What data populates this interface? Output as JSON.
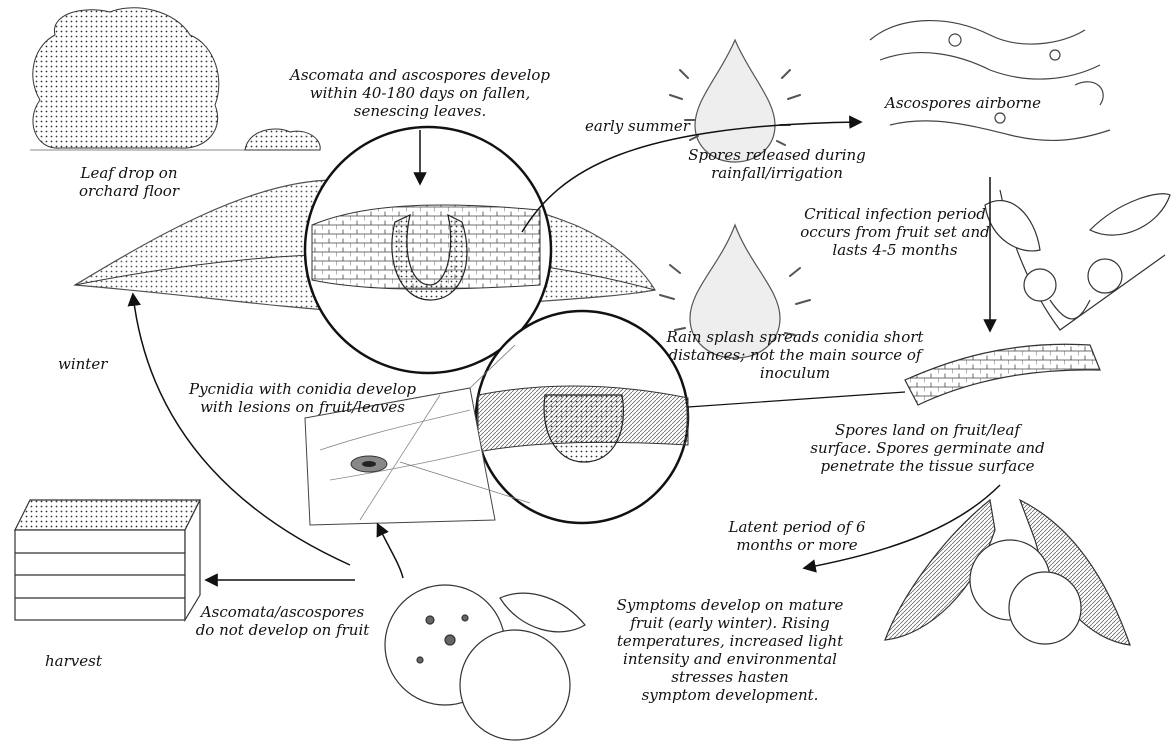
{
  "labels": {
    "ascomata_develop": [
      "Ascomata and ascospores develop",
      "within 40-180 days on fallen,",
      "senescing leaves."
    ],
    "leaf_drop": [
      "Leaf drop on",
      "orchard floor"
    ],
    "early_summer": "early summer",
    "ascospores_airborne": "Ascospores airborne",
    "spores_released": [
      "Spores released during",
      "rainfall/irrigation"
    ],
    "critical_infection": [
      "Critical infection period",
      "occurs from fruit set and",
      "lasts 4-5 months"
    ],
    "rain_splash": [
      "Rain splash spreads conidia short",
      "distances; not the main source of",
      "inoculum"
    ],
    "winter": "winter",
    "pycnidia": [
      "Pycnidia with conidia develop",
      "with lesions on fruit/leaves"
    ],
    "spores_land": [
      "Spores land on fruit/leaf",
      "surface.  Spores germinate and",
      "penetrate the tissue surface"
    ],
    "latent_period": [
      "Latent period of 6",
      "months or more"
    ],
    "symptoms": [
      "Symptoms develop on mature",
      "fruit (early winter).  Rising",
      "temperatures, increased light",
      "intensity and environmental",
      "stresses hasten",
      "symptom development."
    ],
    "no_fruit": [
      "Ascomata/ascospores",
      "do not develop on fruit"
    ],
    "harvest": "harvest"
  },
  "icons": [
    "tree-icon",
    "shrub-icon",
    "fallen-leaf-icon",
    "pseudothecium-cross-section-icon",
    "raindrop-splash-icon",
    "wind-swirl-icon",
    "fruit-twig-icon",
    "leaf-tissue-icon",
    "pycnidium-cross-section-icon",
    "lesion-leaf-icon",
    "citrus-fruit-leaves-icon",
    "harvest-crate-icon",
    "spotted-fruit-icon"
  ]
}
